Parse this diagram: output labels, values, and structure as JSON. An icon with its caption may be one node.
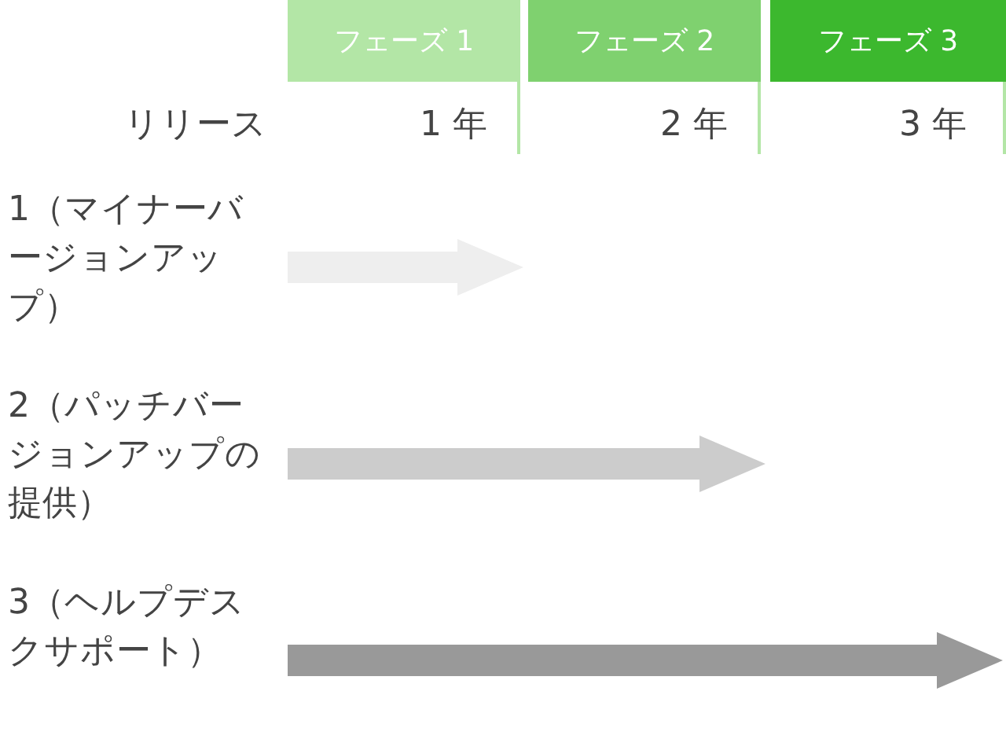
{
  "diagram": {
    "nodes": [
      {
        "text": [
          "フェーズ 1"
        ]
      },
      {
        "text": [
          "フェーズ 2"
        ]
      },
      {
        "text": [
          "フェーズ 3"
        ]
      }
    ],
    "labels": [
      "リリース",
      "1 年",
      "2 年",
      "3 年",
      "1（マイナーバージョンアップ）",
      "2（パッチバージョンアップの提供）",
      "3（ヘルプデスクサポート）"
    ]
  }
}
